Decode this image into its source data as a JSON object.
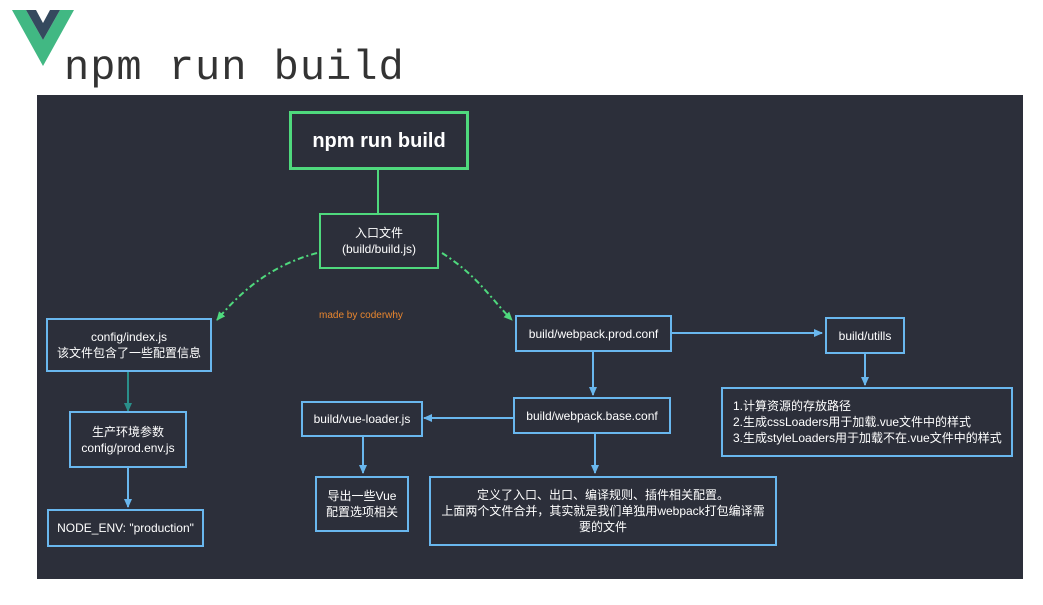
{
  "page": {
    "title": "npm run build",
    "logo_icon": "vue-logo-icon"
  },
  "colors": {
    "panel_bg": "#2c2f3a",
    "green": "#4fd97d",
    "blue": "#69b7ee",
    "teal": "#2a8f8a",
    "credit": "#e8862f",
    "logo_outer": "#41b883",
    "logo_inner": "#35495e"
  },
  "diagram": {
    "main": {
      "label": "npm run build"
    },
    "entry": {
      "line1": "入口文件",
      "line2": "(build/build.js)"
    },
    "config_index": {
      "line1": "config/index.js",
      "line2": "该文件包含了一些配置信息"
    },
    "prod_env": {
      "line1": "生产环境参数",
      "line2": "config/prod.env.js"
    },
    "node_env": {
      "label": "NODE_ENV: \"production\""
    },
    "prod_conf": {
      "label": "build/webpack.prod.conf"
    },
    "utils": {
      "label": "build/utills"
    },
    "utils_notes": {
      "line1": "1.计算资源的存放路径",
      "line2": "2.生成cssLoaders用于加载.vue文件中的样式",
      "line3": "3.生成styleLoaders用于加载不在.vue文件中的样式"
    },
    "base_conf": {
      "label": "build/webpack.base.conf"
    },
    "vue_loader": {
      "label": "build/vue-loader.js"
    },
    "vue_export": {
      "line1": "导出一些Vue",
      "line2": "配置选项相关"
    },
    "base_notes": {
      "line1": "定义了入口、出口、编译规则、插件相关配置。",
      "line2": "上面两个文件合并，其实就是我们单独用webpack打包编译需",
      "line3": "要的文件"
    },
    "credit": "made by coderwhy"
  }
}
